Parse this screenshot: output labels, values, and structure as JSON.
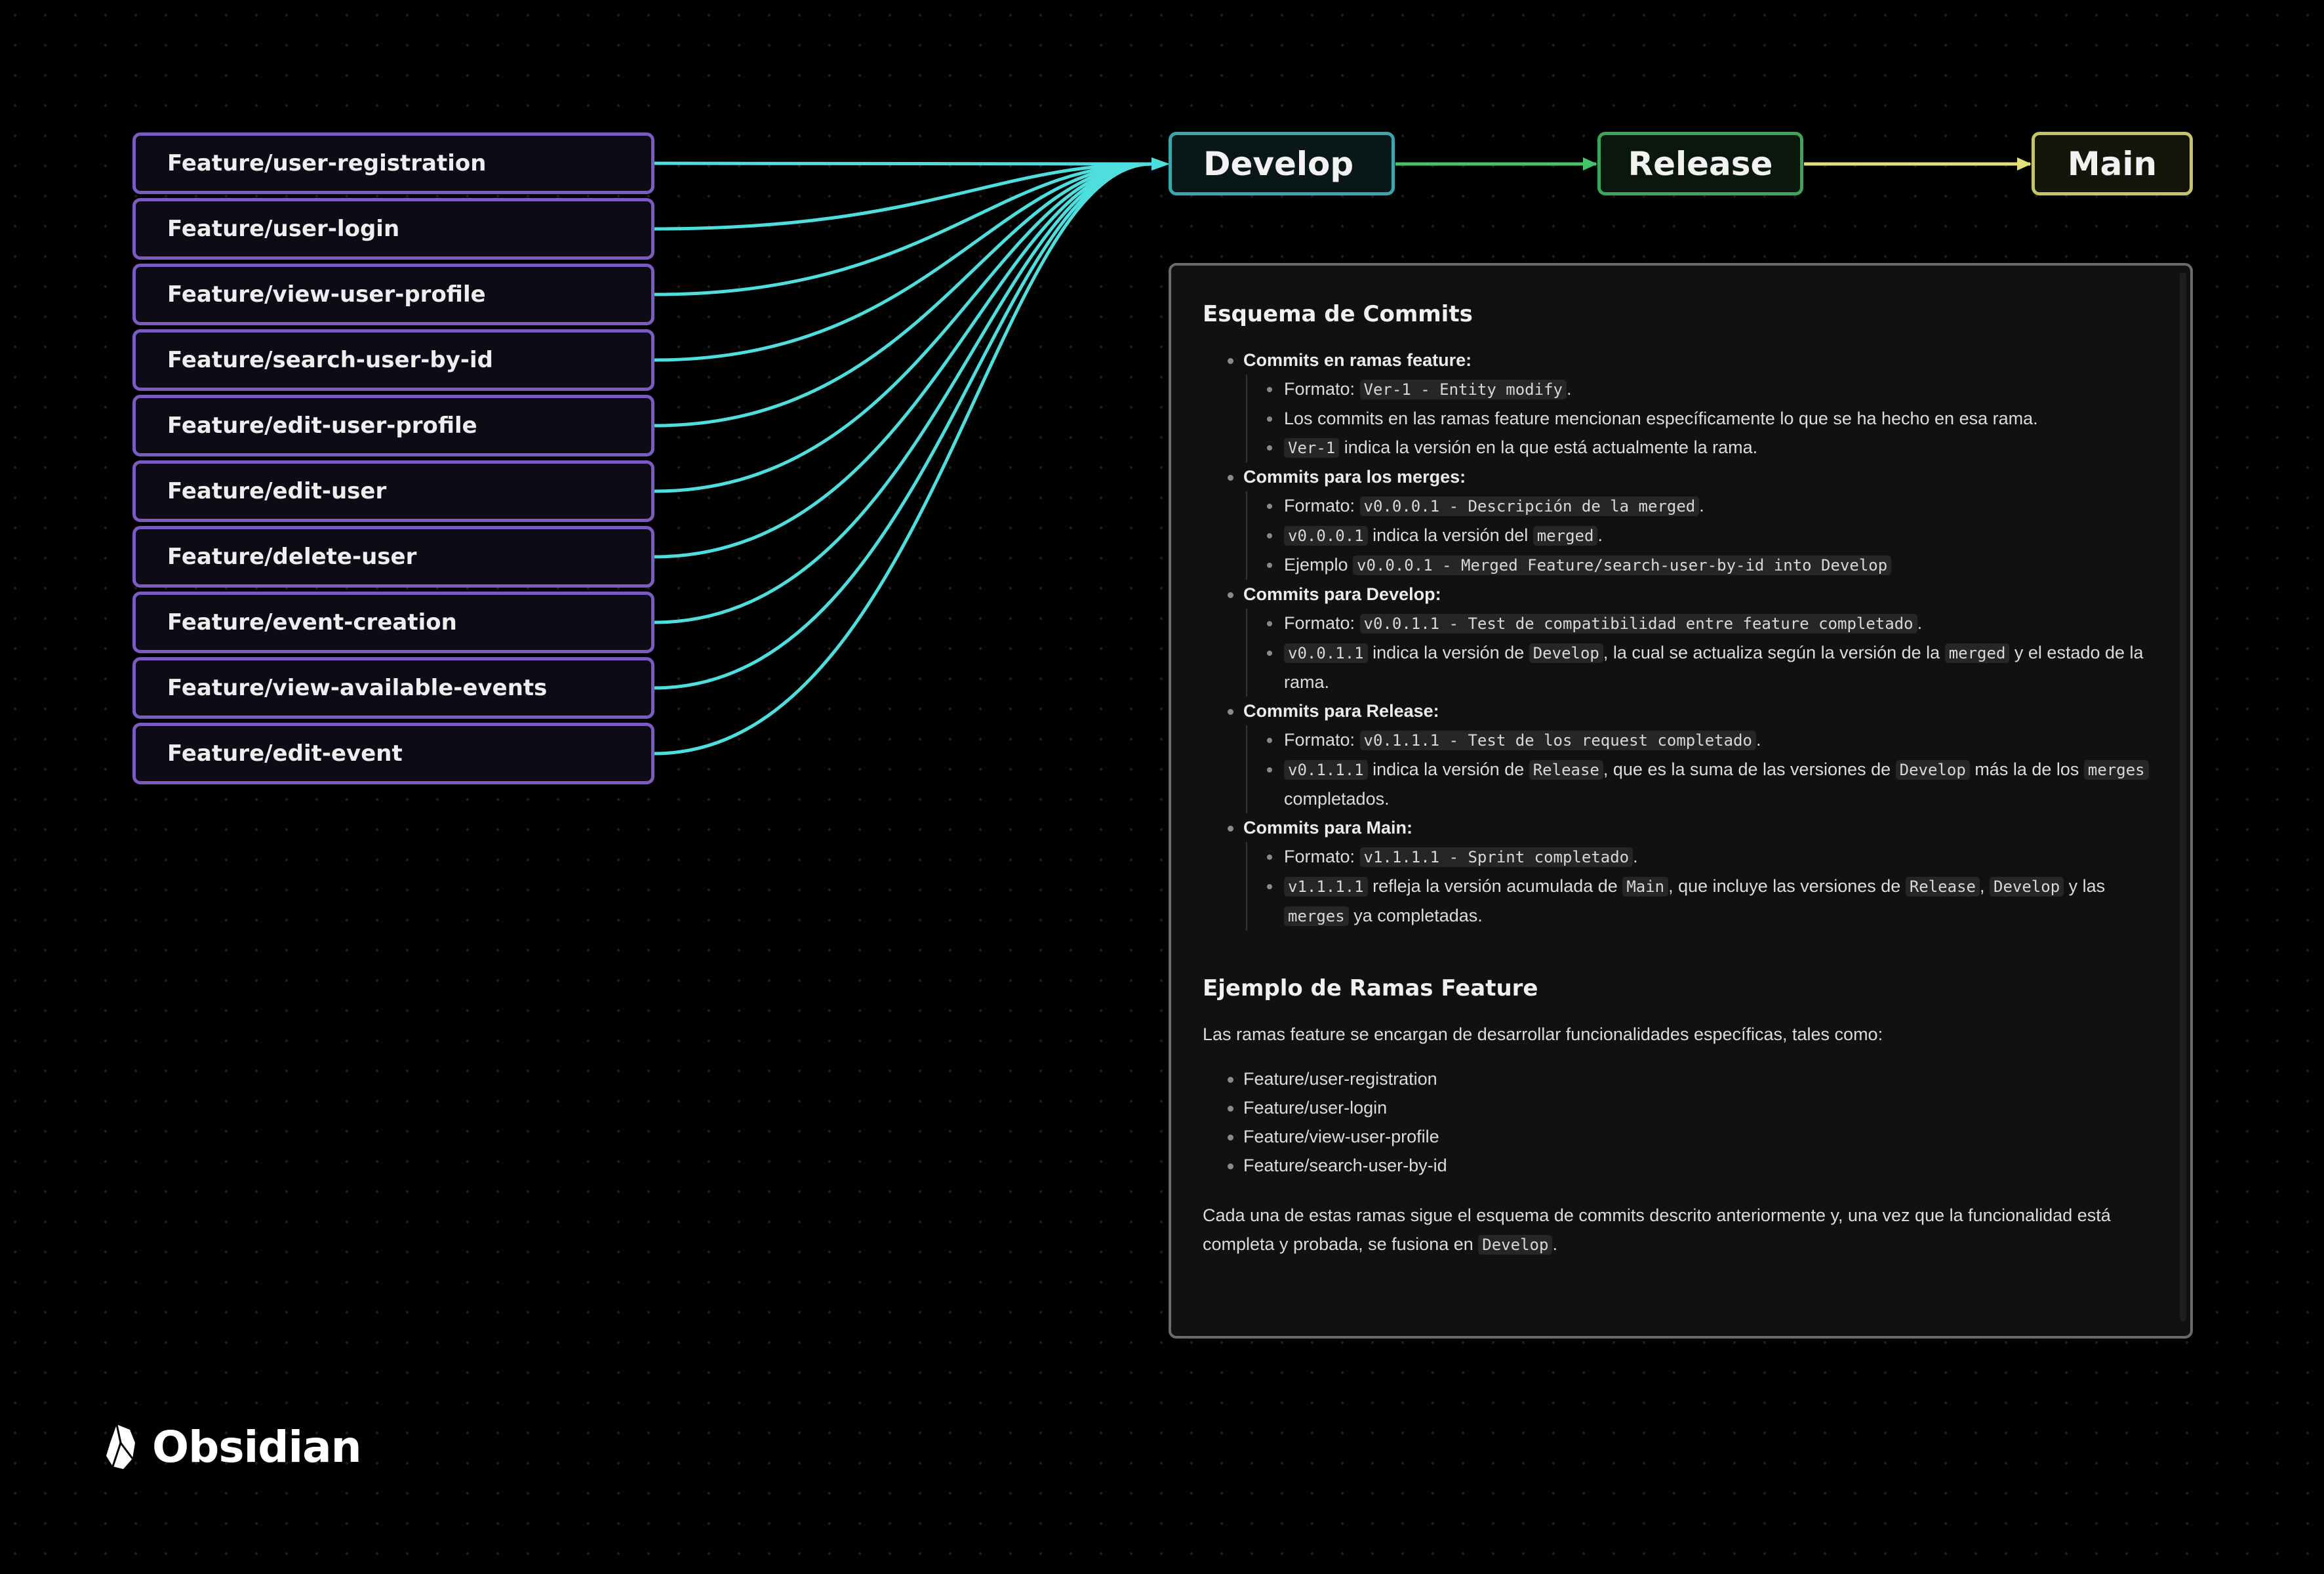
{
  "features": [
    "Feature/user-registration",
    "Feature/user-login",
    "Feature/view-user-profile",
    "Feature/search-user-by-id",
    "Feature/edit-user-profile",
    "Feature/edit-user",
    "Feature/delete-user",
    "Feature/event-creation",
    "Feature/view-available-events",
    "Feature/edit-event"
  ],
  "branches": {
    "develop": "Develop",
    "release": "Release",
    "main": "Main"
  },
  "colors": {
    "feature_border": "#7c5cc4",
    "feature_edge": "#4fdede",
    "develop": "#3aa6ae",
    "release": "#3aa657",
    "main": "#c6c368",
    "develop_to_release_edge": "#46c46a",
    "release_to_main_edge": "#e3e07a"
  },
  "note": {
    "heading1": "Esquema de Commits",
    "sections": [
      {
        "label": "Commits en ramas feature:",
        "items": [
          {
            "t1": "Formato: ",
            "c1": "Ver-1 - Entity modify",
            "t2": "."
          },
          {
            "t1": "Los commits en las ramas feature mencionan específicamente lo que se ha hecho en esa rama."
          },
          {
            "c1": "Ver-1",
            "t2": " indica la versión en la que está actualmente la rama."
          }
        ]
      },
      {
        "label": "Commits para los merges:",
        "items": [
          {
            "t1": "Formato: ",
            "c1": "v0.0.0.1 - Descripción de la merged",
            "t2": "."
          },
          {
            "c1": "v0.0.0.1",
            "t2": " indica la versión del ",
            "c2": "merged",
            "t3": "."
          },
          {
            "t1": "Ejemplo ",
            "c1": "v0.0.0.1 - Merged Feature/search-user-by-id into Develop"
          }
        ]
      },
      {
        "label": "Commits para Develop:",
        "items": [
          {
            "t1": "Formato: ",
            "c1": "v0.0.1.1 - Test de compatibilidad entre feature completado",
            "t2": "."
          },
          {
            "c1": "v0.0.1.1",
            "t2": " indica la versión de ",
            "c2": "Develop",
            "t3": ", la cual se actualiza según la versión de la ",
            "c3": "merged",
            "t4": " y el estado de la rama."
          }
        ]
      },
      {
        "label": "Commits para Release:",
        "items": [
          {
            "t1": "Formato: ",
            "c1": "v0.1.1.1 - Test de los request completado",
            "t2": "."
          },
          {
            "c1": "v0.1.1.1",
            "t2": " indica la versión de ",
            "c2": "Release",
            "t3": ", que es la suma de las versiones de ",
            "c3": "Develop",
            "t4": " más la de los ",
            "c4": "merges",
            "t5": " completados."
          }
        ]
      },
      {
        "label": "Commits para Main:",
        "items": [
          {
            "t1": "Formato: ",
            "c1": "v1.1.1.1 - Sprint completado",
            "t2": "."
          },
          {
            "c1": "v1.1.1.1",
            "t2": " refleja la versión acumulada de ",
            "c2": "Main",
            "t3": ", que incluye las versiones de ",
            "c3": "Release",
            "t4": ", ",
            "c4": "Develop",
            "t5": " y las ",
            "c5": "merges",
            "t6": " ya completadas."
          }
        ]
      }
    ],
    "heading2": "Ejemplo de Ramas Feature",
    "intro": "Las ramas feature se encargan de desarrollar funcionalidades específicas, tales como:",
    "feature_examples": [
      "Feature/user-registration",
      "Feature/user-login",
      "Feature/view-user-profile",
      "Feature/search-user-by-id"
    ],
    "closing_text": "Cada una de estas ramas sigue el esquema de commits descrito anteriormente y, una vez que la funcionalidad está completa y probada, se fusiona en ",
    "closing_code": "Develop",
    "closing_end": "."
  },
  "brand": {
    "name": "Obsidian",
    "icon": "obsidian-logo-icon"
  }
}
